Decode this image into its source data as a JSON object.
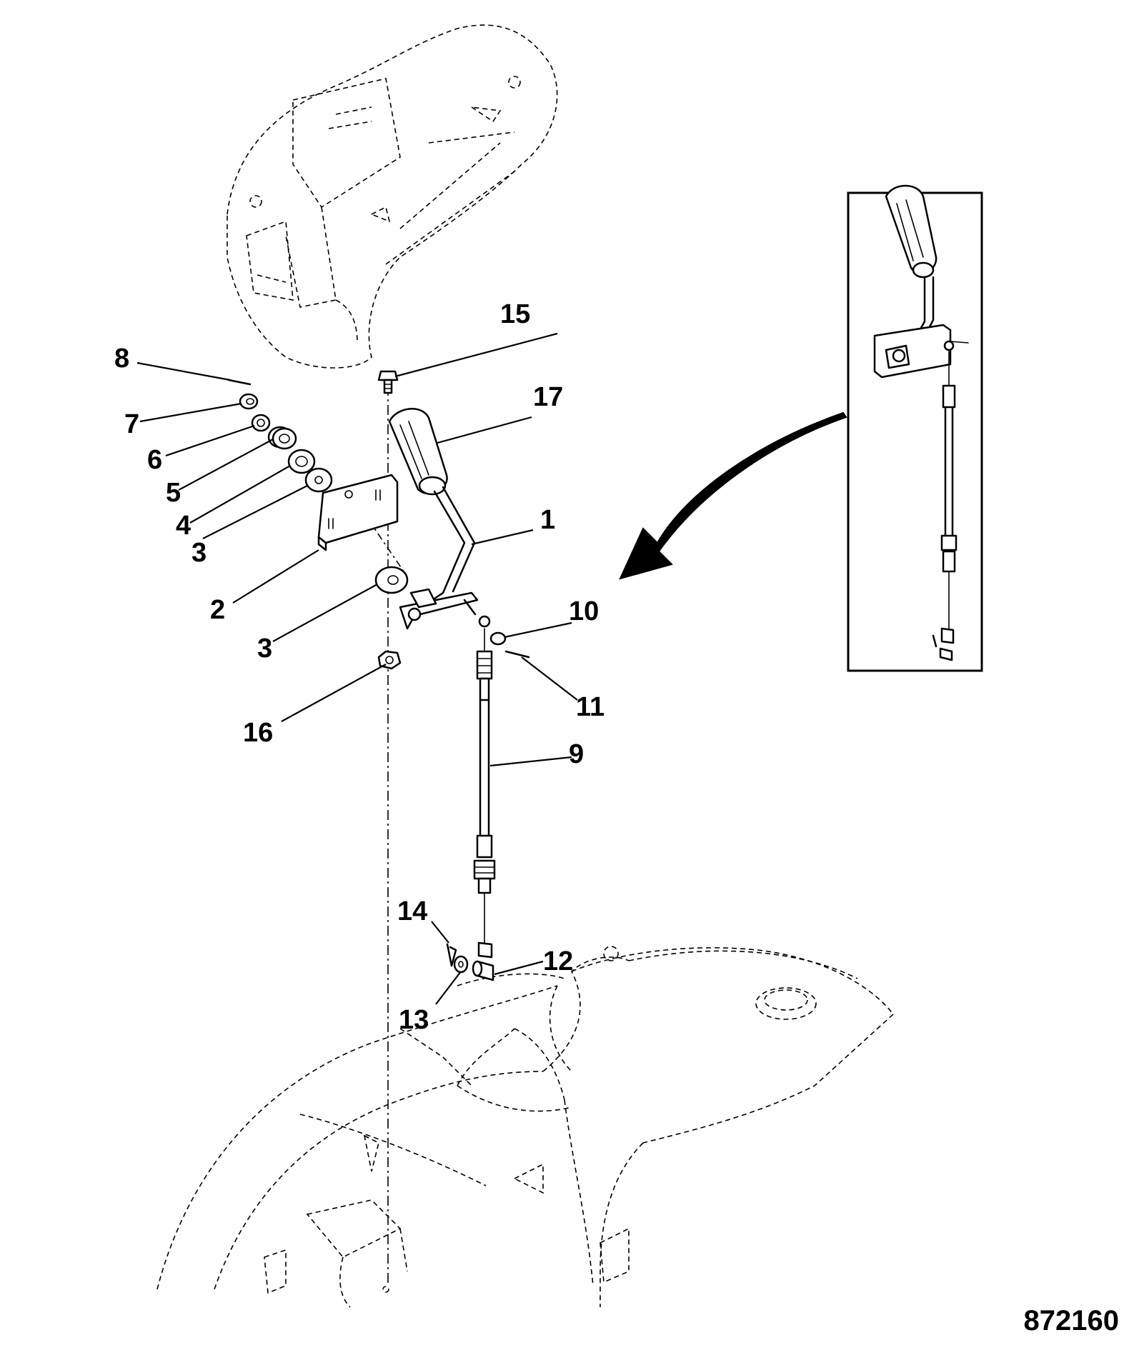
{
  "figure_number": "872160",
  "callouts": [
    {
      "id": "c1",
      "label": "1"
    },
    {
      "id": "c2",
      "label": "2"
    },
    {
      "id": "c3a",
      "label": "3"
    },
    {
      "id": "c3b",
      "label": "3"
    },
    {
      "id": "c4",
      "label": "4"
    },
    {
      "id": "c5",
      "label": "5"
    },
    {
      "id": "c6",
      "label": "6"
    },
    {
      "id": "c7",
      "label": "7"
    },
    {
      "id": "c8",
      "label": "8"
    },
    {
      "id": "c9",
      "label": "9"
    },
    {
      "id": "c10",
      "label": "10"
    },
    {
      "id": "c11",
      "label": "11"
    },
    {
      "id": "c12",
      "label": "12"
    },
    {
      "id": "c13",
      "label": "13"
    },
    {
      "id": "c14",
      "label": "14"
    },
    {
      "id": "c15",
      "label": "15"
    },
    {
      "id": "c16",
      "label": "16"
    },
    {
      "id": "c17",
      "label": "17"
    }
  ],
  "icons": {
    "arrow": "curved-arrow-icon",
    "inset": "assembly-inset-view"
  }
}
